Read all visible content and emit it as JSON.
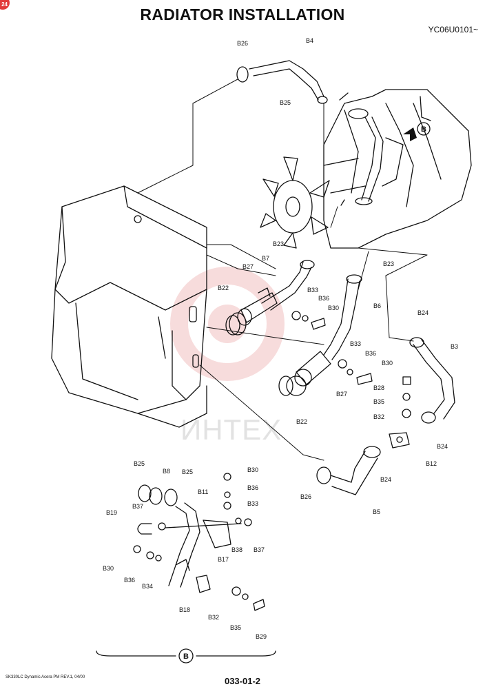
{
  "header": {
    "title": "RADIATOR INSTALLATION",
    "model_code": "YC06U0101~",
    "corner_badge": "24"
  },
  "watermark": {
    "text": "ИНТЕХ",
    "color": "#f3c9c9"
  },
  "view_marker": {
    "letter": "B"
  },
  "labels": {
    "b26_top": "B26",
    "b4": "B4",
    "b25_top": "B25",
    "b23_a": "B23",
    "b27_a": "B27",
    "b7": "B7",
    "b22_a": "B22",
    "b33_a": "B33",
    "b36_a": "B36",
    "b30_a": "B30",
    "b23_b": "B23",
    "b6": "B6",
    "b33_b": "B33",
    "b36_b": "B36",
    "b30_b": "B30",
    "b27_b": "B27",
    "b22_b": "B22",
    "b28": "B28",
    "b35_a": "B35",
    "b32_a": "B32",
    "b12": "B12",
    "b24_a": "B24",
    "b3": "B3",
    "b24_b": "B24",
    "b26_b": "B26",
    "b24_c": "B24",
    "b5": "B5",
    "b25_l": "B25",
    "b8": "B8",
    "b25_r": "B25",
    "b11": "B11",
    "b37_a": "B37",
    "b19": "B19",
    "b30_c": "B30",
    "b36_c": "B36",
    "b33_c": "B33",
    "b30_d": "B30",
    "b36_d": "B36",
    "b34": "B34",
    "b38": "B38",
    "b37_b": "B37",
    "b17": "B17",
    "b18": "B18",
    "b32_b": "B32",
    "b35_b": "B35",
    "b29": "B29"
  },
  "footer": {
    "note": "SK330LC Dynamic Acera PM REV.1, 04/00",
    "page_number": "033-01-2"
  }
}
